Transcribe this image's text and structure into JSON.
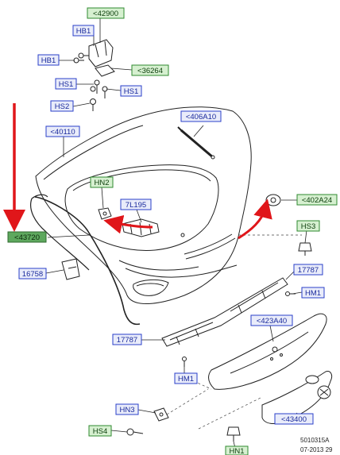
{
  "labels": {
    "p42900": "<42900",
    "hb1_top": "HB1",
    "hb1_left": "HB1",
    "p36264": "<36264",
    "hs1_left": "HS1",
    "hs1_right": "HS1",
    "hs2": "HS2",
    "p406a10": "<406A10",
    "p40110": "<40110",
    "hn2": "HN2",
    "p7l195": "7L195",
    "p402a24": "<402A24",
    "p43720": "<43720",
    "hs3": "HS3",
    "p16758": "16758",
    "p17787_right": "17787",
    "hm1_right": "HM1",
    "p423a40": "<423A40",
    "p17787_left": "17787",
    "hm1_left": "HM1",
    "hn3": "HN3",
    "p43400": "<43400",
    "hs4": "HS4",
    "hn1": "HN1"
  },
  "footer": {
    "code": "5010315A",
    "date": "07-2013 29"
  },
  "colors": {
    "blue_box_fill": "#e9ecfa",
    "blue_box_stroke": "#2a3fc9",
    "green_box_fill": "#d6f0d0",
    "green_box_stroke": "#2f8a2f",
    "red_arrow": "#e0161a"
  }
}
